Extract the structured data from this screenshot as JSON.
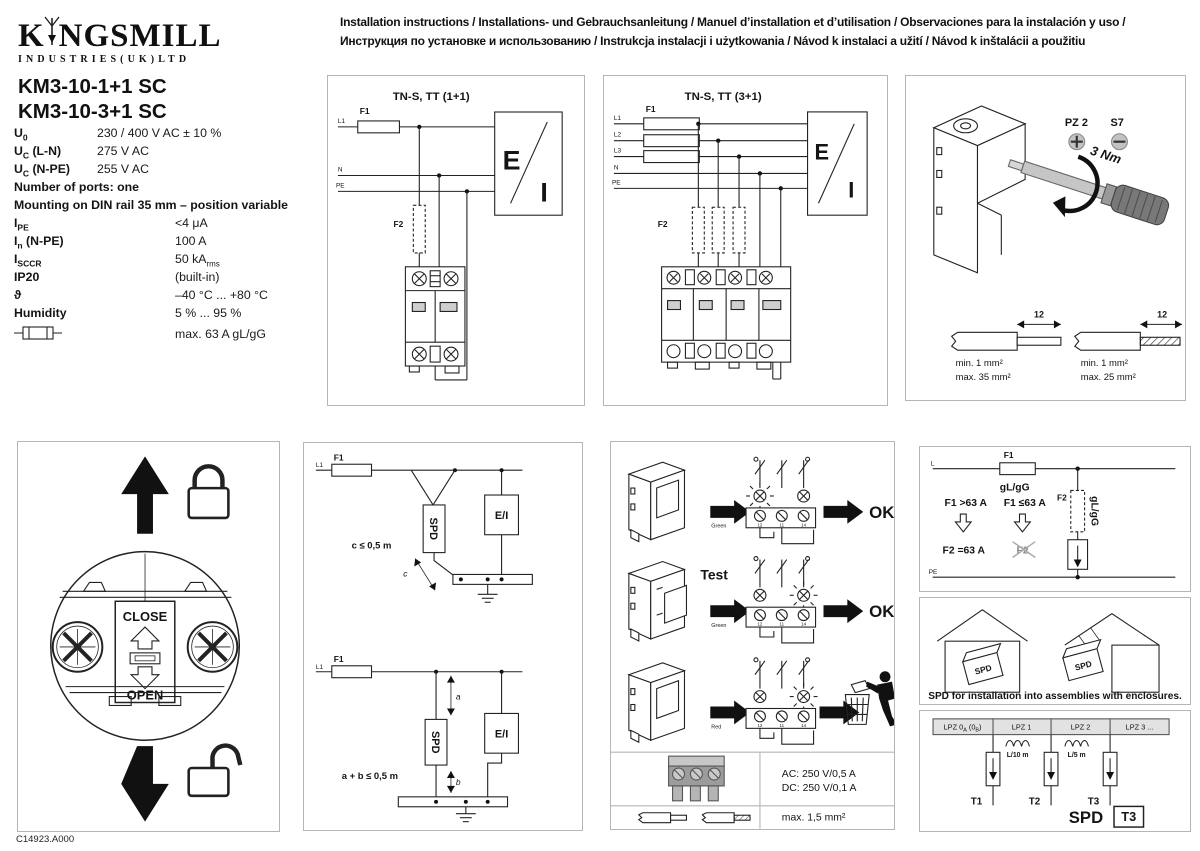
{
  "brand": {
    "k": "K",
    "rest": "NGSMILL",
    "sub": "INDUSTRIES(UK)LTD",
    "models": [
      "KM3-10-1+1 SC",
      "KM3-10-3+1 SC"
    ]
  },
  "instructions": {
    "line1": "Installation instructions / Installations- und Gebrauchsanleitung / Manuel d’installation et d’utilisation / Observaciones para la instalación y uso /",
    "line2": "Инструкция по установке и использованию / Instrukcja instalacji i użytkowania / Návod k instalaci a užití / Návod k inštalácii a použitiu"
  },
  "specs": {
    "u0": {
      "sym": "U",
      "sub": "0",
      "rest": "",
      "value": "230 / 400 V AC ± 10 %"
    },
    "ucln": {
      "sym": "U",
      "sub": "C",
      "rest": " (L-N)",
      "value": "275 V AC"
    },
    "ucnpe": {
      "sym": "U",
      "sub": "C",
      "rest": " (N-PE)",
      "value": "255 V AC"
    },
    "ports": "Number of ports: one",
    "mounting": "Mounting on DIN rail 35 mm – position variable",
    "ipe": {
      "sym": "I",
      "sub": "PE",
      "rest": "",
      "value": "<4 μA"
    },
    "inpe": {
      "sym": "I",
      "sub": "n",
      "rest": " (N-PE)",
      "value": "100 A"
    },
    "isccr": {
      "sym": "I",
      "sub": "SCCR",
      "rest": "",
      "value": "50 kA",
      "value_sub": "rms"
    },
    "ip": {
      "sym": "IP20",
      "value": "(built-in)"
    },
    "theta": {
      "sym": "ϑ",
      "value": "–40 °C  ...  +80 °C"
    },
    "humidity": {
      "sym": "Humidity",
      "value": "5 % ... 95 %"
    },
    "fuse": {
      "value": "max. 63 A gL/gG"
    }
  },
  "p1": {
    "title": "TN-S, TT (1+1)",
    "f1": "F1",
    "f2": "F2",
    "l1": "L1",
    "n": "N",
    "pe": "PE",
    "e": "E",
    "i": "I"
  },
  "p2": {
    "title": "TN-S, TT (3+1)",
    "f1": "F1",
    "f2": "F2",
    "l1": "L1",
    "l2": "L2",
    "l3": "L3",
    "n": "N",
    "pe": "PE",
    "e": "E",
    "i": "I"
  },
  "p3": {
    "pz": "PZ 2",
    "s7": "S7",
    "torque": "3 Nm",
    "dim": "12",
    "wire_solid": [
      "min. 1 mm²",
      "max. 35 mm²"
    ],
    "wire_stranded": [
      "min. 1 mm²",
      "max. 25 mm²"
    ]
  },
  "p4": {
    "close": "CLOSE",
    "open": "OPEN"
  },
  "p5": {
    "l1": "L1",
    "f1": "F1",
    "spd": "SPD",
    "ei": "E/I",
    "c_label": "c",
    "c_note": "c ≤ 0,5 m",
    "a_label": "a",
    "b_label": "b",
    "ab_note": "a + b ≤ 0,5 m"
  },
  "p6": {
    "rows": [
      {
        "label": "Green",
        "result": "OK"
      },
      {
        "label": "Green",
        "result": "OK",
        "test": "Test"
      },
      {
        "label": "Red"
      }
    ],
    "terminals": [
      "12",
      "11",
      "14"
    ],
    "ratings": [
      "AC: 250 V/0,5 A",
      "DC: 250 V/0,1 A"
    ],
    "wire_max": "max. 1,5 mm²"
  },
  "p7": {
    "l": "L",
    "pe": "PE",
    "f1": "F1",
    "f2": "F2",
    "gllgg": "gL/gG",
    "case1": "F1 >63 A",
    "case1_res": "F2 =63 A",
    "case2": "F1 ≤63 A",
    "case2_res": "F2",
    "spd": "SPD",
    "caption": "SPD for installation into assemblies with enclosures.",
    "lpz0": [
      "LPZ 0",
      "A",
      " (0",
      "B",
      ")"
    ],
    "lpz1": "LPZ 1",
    "lpz2": "LPZ 2",
    "lpz3": "LPZ 3 ...",
    "ind1": "L/10 m",
    "ind2": "L/5 m",
    "t1": "T1",
    "t2": "T2",
    "t3": "T3",
    "spd_big": "SPD",
    "t3_box": "T3"
  },
  "footer": {
    "code": "C14923.A000"
  }
}
